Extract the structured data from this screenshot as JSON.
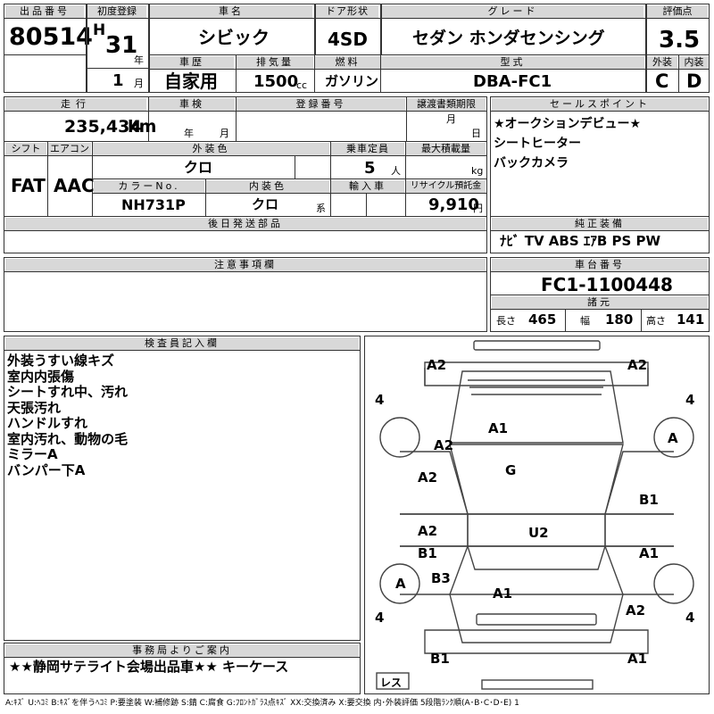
{
  "header": {
    "lot_no_label": "出品番号",
    "lot_no": "80514",
    "first_reg_label": "初度登録",
    "era": "H",
    "year": "31",
    "year_unit": "年",
    "month": "1",
    "month_unit": "月",
    "car_name_label": "車名",
    "car_name": "シビック",
    "door_label": "ドア形状",
    "door": "4SD",
    "grade_label": "グレード",
    "grade": "セダン ホンダセンシング",
    "score_label": "評価点",
    "score": "3.5",
    "history_label": "車歴",
    "history": "自家用",
    "displacement_label": "排気量",
    "displacement": "1500",
    "displacement_unit": "cc",
    "fuel_label": "燃料",
    "fuel": "ガソリン",
    "model_label": "型式",
    "model": "DBA-FC1",
    "exterior_label": "外装",
    "exterior": "C",
    "interior_label": "内装",
    "interior": "D"
  },
  "row2": {
    "mileage_label": "走行",
    "mileage": "235,434",
    "mileage_unit": "km",
    "inspection_label": "車検",
    "inspection_year_unit": "年",
    "inspection_month_unit": "月",
    "regno_label": "登録番号",
    "transfer_label": "譲渡書類期限",
    "transfer_month_unit": "月",
    "transfer_day_unit": "日",
    "shift_label": "シフト",
    "shift": "FAT",
    "ac_label": "エアコン",
    "ac": "AAC",
    "color_label": "外装色",
    "color": "クロ",
    "capacity_label": "乗車定員",
    "capacity": "5",
    "capacity_unit": "人",
    "load_label": "最大積載量",
    "load_unit": "kg",
    "color_no_label": "カラーNo.",
    "color_no": "NH731P",
    "interior_color_label": "内装色",
    "interior_color": "クロ",
    "interior_color_unit": "系",
    "import_label": "輸入車",
    "recycle_label": "リサイクル預託金",
    "recycle": "9,910",
    "recycle_unit": "円",
    "later_parts_label": "後日発送部品"
  },
  "sales_points": {
    "label": "セールスポイント",
    "items": [
      "★オークションデビュー★",
      "シートヒーター",
      "バックカメラ"
    ]
  },
  "equipment": {
    "label": "純正装備",
    "items": "ﾅﾋﾞ TV ABS ｴｱB PS PW"
  },
  "notes_label": "注意事項欄",
  "chassis": {
    "label": "車台番号",
    "number": "FC1-1100448",
    "specs_label": "諸元",
    "length_label": "長さ",
    "length": "465",
    "width_label": "幅",
    "width": "180",
    "height_label": "高さ",
    "height": "141"
  },
  "inspector": {
    "label": "検査員記入欄",
    "lines": [
      "外装うすい線キズ",
      "室内内張傷",
      "シートすれ中、汚れ",
      "天張汚れ",
      "ハンドルすれ",
      "室内汚れ、動物の毛",
      "ミラーA",
      "バンパー下A"
    ]
  },
  "diagram": {
    "marks": {
      "front_left": "A2",
      "front_right": "A2",
      "tire_fl": "4",
      "tire_fr": "4",
      "tire_rl": "4",
      "tire_rr": "4",
      "hood": "A1",
      "fender_left": "A2",
      "wheel_fr": "A",
      "glass": "G",
      "door_fl": "A2",
      "door_fr": "B1",
      "door_rl_a": "A2",
      "door_rl_b": "B1",
      "roof": "U2",
      "door_rr": "A1",
      "wheel_rl": "A",
      "quarter_left": "B3",
      "trunk": "A1",
      "quarter_right": "A2",
      "rear_left": "B1",
      "rear_right": "A1",
      "spare": "レス"
    }
  },
  "office": {
    "label": "事務局よりご案内",
    "text": "★★静岡サテライト会場出品車★★ キーケース"
  },
  "legend": "A:ｷｽﾞ U:ﾍｺﾐ B:ｷｽﾞを伴うﾍｺﾐ P:要塗装 W:補修跡 S:錆 C:腐食 G:ﾌﾛﾝﾄｶﾞﾗｽ点ｷｽﾞ XX:交換済み X:要交換 内･外装評価 5段階ﾗﾝｸ順(A･B･C･D･E) 1"
}
